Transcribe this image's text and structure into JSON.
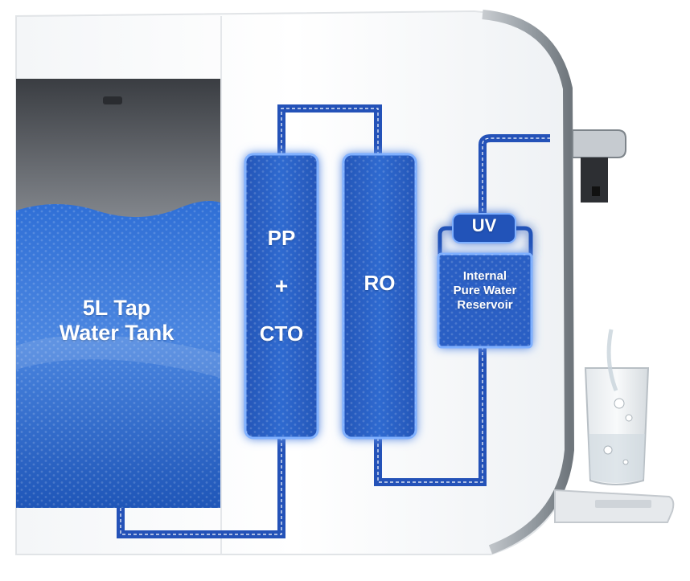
{
  "colors": {
    "water_blue": "#2a63c9",
    "dark_blue": "#1d4fb0",
    "pipe_blue": "#2452b8",
    "glow": "#7fb0ff",
    "body_white": "#fbfcfd",
    "chrome": "#8c9399"
  },
  "tank": {
    "label": "5L Tap\nWater Tank"
  },
  "filter1": {
    "line1": "PP",
    "line2": "+",
    "line3": "CTO"
  },
  "filter2": {
    "label": "RO"
  },
  "uv": {
    "label": "UV"
  },
  "reservoir": {
    "label": "Internal\nPure Water\nReservoir"
  }
}
